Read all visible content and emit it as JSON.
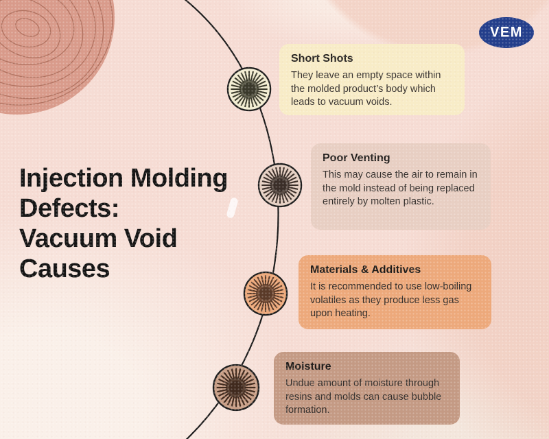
{
  "page": {
    "title_lines": [
      "Injection Molding",
      "Defects:",
      "Vacuum Void",
      "Causes"
    ]
  },
  "logo": {
    "text": "VEM",
    "bg": "#233e8b",
    "fg": "#ffffff"
  },
  "cards": [
    {
      "heading": "Short Shots",
      "body": "They leave an empty space within the molded product’s body which leads to vacuum voids.",
      "bg": "#f8ecc7",
      "icon": {
        "name": "starburst-icon",
        "bg": "#f3edd2",
        "ray": "#3a392b"
      }
    },
    {
      "heading": "Poor Venting",
      "body": "This may cause the air to remain in the mold instead of being replaced entirely by molten plastic.",
      "bg": "#e8cfc3",
      "icon": {
        "name": "starburst-icon",
        "bg": "#e6d0c3",
        "ray": "#3a2e28"
      }
    },
    {
      "heading": "Materials & Additives",
      "body": "It is recommended to use low-boiling volatiles as they produce less gas upon heating.",
      "bg": "#eda97b",
      "icon": {
        "name": "starburst-icon",
        "bg": "#efab7d",
        "ray": "#5a3a28"
      }
    },
    {
      "heading": "Moisture",
      "body": "Undue amount of moisture through resins and molds can cause bubble formation.",
      "bg": "#c49a84",
      "icon": {
        "name": "starburst-icon",
        "bg": "#c99f87",
        "ray": "#402a1e"
      }
    }
  ],
  "colors": {
    "background": "#f6dcd4",
    "curve": "#1c1c1c",
    "title_text": "#141414",
    "card_text": "#332e2b",
    "blob": "#d99b8b",
    "blob_lines": "#a96a57"
  }
}
